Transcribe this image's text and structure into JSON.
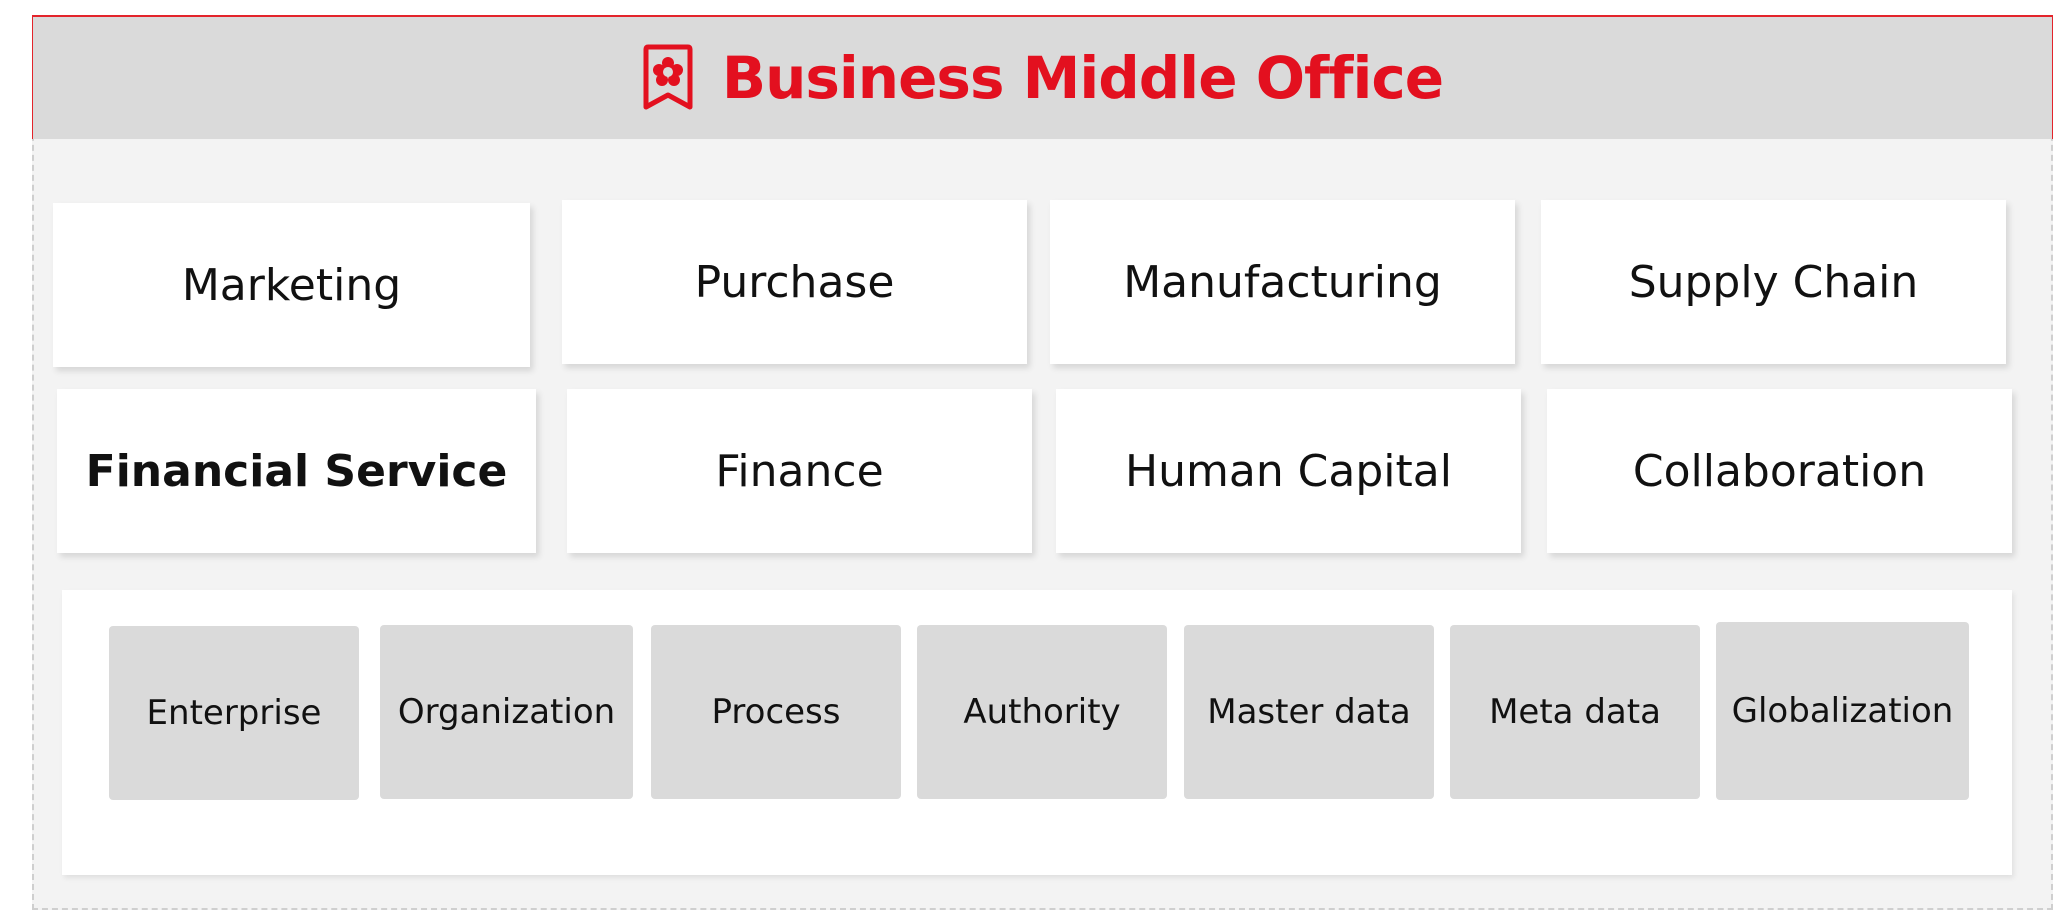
{
  "header": {
    "title": "Business Middle Office",
    "icon": "bookmark-flower-icon",
    "accent_color": "#e3101f"
  },
  "modules": {
    "row1": [
      "Marketing",
      "Purchase",
      "Manufacturing",
      "Supply Chain"
    ],
    "row2": [
      "Financial Service",
      "Finance",
      "Human Capital",
      "Collaboration"
    ]
  },
  "foundation": {
    "items": [
      "Enterprise",
      "Organization",
      "Process",
      "Authority",
      "Master data",
      "Meta data",
      "Globalization"
    ]
  }
}
